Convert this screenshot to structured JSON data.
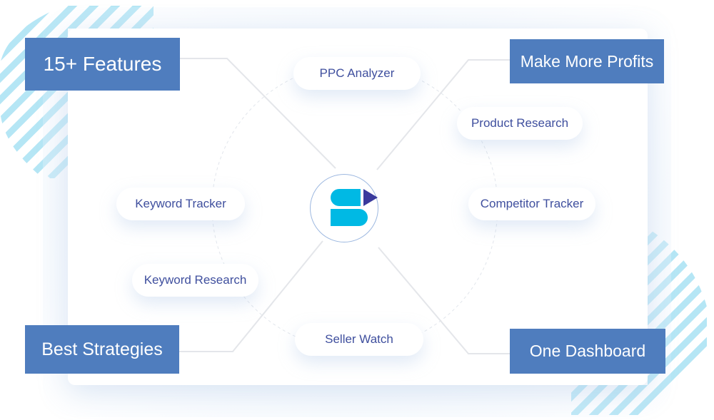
{
  "colors": {
    "label_bg": "#4F7DBE",
    "label_text": "#FFFFFF",
    "pill_text": "#3F4F9E",
    "stripe": "#B5E6F5",
    "logo_primary": "#00B9E4",
    "logo_accent": "#3A3A9C",
    "hub_border": "#9DB8E0",
    "connector": "#E4E6EA"
  },
  "labels": {
    "top_left": "15+ Features",
    "top_right": "Make More Profits",
    "bottom_left": "Best Strategies",
    "bottom_right": "One Dashboard"
  },
  "features": [
    {
      "name": "PPC Analyzer"
    },
    {
      "name": "Product Research"
    },
    {
      "name": "Competitor Tracker"
    },
    {
      "name": "Keyword Tracker"
    },
    {
      "name": "Keyword Research"
    },
    {
      "name": "Seller Watch"
    }
  ],
  "hub": {
    "icon": "brand-logo-icon"
  }
}
